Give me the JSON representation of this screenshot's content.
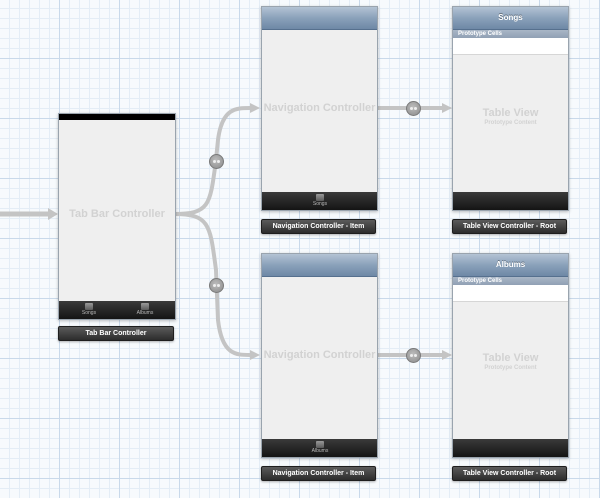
{
  "colors": {
    "canvas_background": "#f7fafd",
    "grid_major": "#c9d9ea",
    "grid_minor": "#e4edf6",
    "nav_bar_blue": "#8aa1ba",
    "segue_line": "#c4c4c4"
  },
  "tab_bar_controller": {
    "scene_label": "Tab Bar Controller",
    "title": "Tab Bar Controller",
    "tabs": [
      {
        "label": "Songs",
        "icon": "tab-placeholder-icon"
      },
      {
        "label": "Albums",
        "icon": "tab-placeholder-icon"
      }
    ]
  },
  "nav_controller_top": {
    "scene_label": "Navigation Controller",
    "title": "Navigation Controller - Item",
    "tab_label": "Songs",
    "tab_icon": "tab-placeholder-icon"
  },
  "nav_controller_bottom": {
    "scene_label": "Navigation Controller",
    "title": "Navigation Controller - Item",
    "tab_label": "Albums",
    "tab_icon": "tab-placeholder-icon"
  },
  "table_view_top": {
    "nav_title": "Songs",
    "section_header": "Prototype Cells",
    "scene_label": "Table View",
    "sub_label": "Prototype Content",
    "title": "Table View Controller - Root"
  },
  "table_view_bottom": {
    "nav_title": "Albums",
    "section_header": "Prototype Cells",
    "scene_label": "Table View",
    "sub_label": "Prototype Content",
    "title": "Table View Controller - Root"
  }
}
